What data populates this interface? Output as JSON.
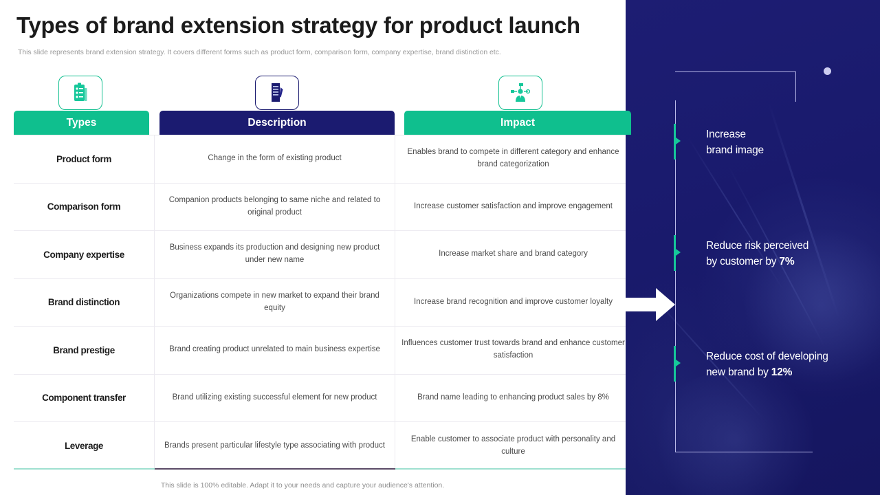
{
  "slide": {
    "title": "Types of brand extension strategy for product launch",
    "subtitle": "This slide represents brand extension strategy. It covers different forms such as product form, comparison form, company expertise, brand distinction etc.",
    "footer_note": "This slide is 100% editable. Adapt it to your needs and capture your audience's attention."
  },
  "colors": {
    "teal": "#0fbf8e",
    "navy": "#1b1b70",
    "panel_navy": "#191a6c",
    "bullet_teal": "#16c79a",
    "deco_line": "#b9b9e8",
    "text_dark": "#1d1d1d",
    "text_body": "#4b4b4b",
    "subtitle_grey": "#9a9a9a"
  },
  "table": {
    "headers": [
      {
        "label": "Types",
        "icon": "checklist-clipboard-icon",
        "accent": "#0fbf8e"
      },
      {
        "label": "Description",
        "icon": "document-pen-icon",
        "accent": "#1b1b70"
      },
      {
        "label": "Impact",
        "icon": "person-network-icon",
        "accent": "#0fbf8e"
      }
    ],
    "rows": [
      {
        "type": "Product form",
        "description": "Change in the form of existing product",
        "impact": "Enables brand to compete in different category and enhance brand categorization"
      },
      {
        "type": "Comparison form",
        "description": "Companion products belonging to same niche and related to original product",
        "impact": "Increase customer satisfaction and improve engagement"
      },
      {
        "type": "Company expertise",
        "description": "Business expands its production and designing new product under new name",
        "impact": "Increase market share and brand category"
      },
      {
        "type": "Brand distinction",
        "description": "Organizations compete in new market to expand their brand equity",
        "impact": "Increase brand recognition and improve customer loyalty"
      },
      {
        "type": "Brand prestige",
        "description": "Brand creating product unrelated to main business expertise",
        "impact": "Influences customer trust towards brand and enhance customer satisfaction"
      },
      {
        "type": "Component transfer",
        "description": "Brand utilizing existing successful element for new product",
        "impact": "Brand name leading to enhancing product sales by 8%"
      },
      {
        "type": "Leverage",
        "description": "Brands present particular lifestyle type associating with product",
        "impact": "Enable customer to associate product with personality and culture"
      }
    ]
  },
  "right_panel": {
    "bullets": [
      {
        "line1": "Increase",
        "line2": "brand image",
        "emphasis": ""
      },
      {
        "line1": "Reduce risk perceived",
        "line2": "by customer by ",
        "emphasis": "7%"
      },
      {
        "line1": "Reduce cost of developing",
        "line2": "new brand by ",
        "emphasis": "12%"
      }
    ]
  }
}
